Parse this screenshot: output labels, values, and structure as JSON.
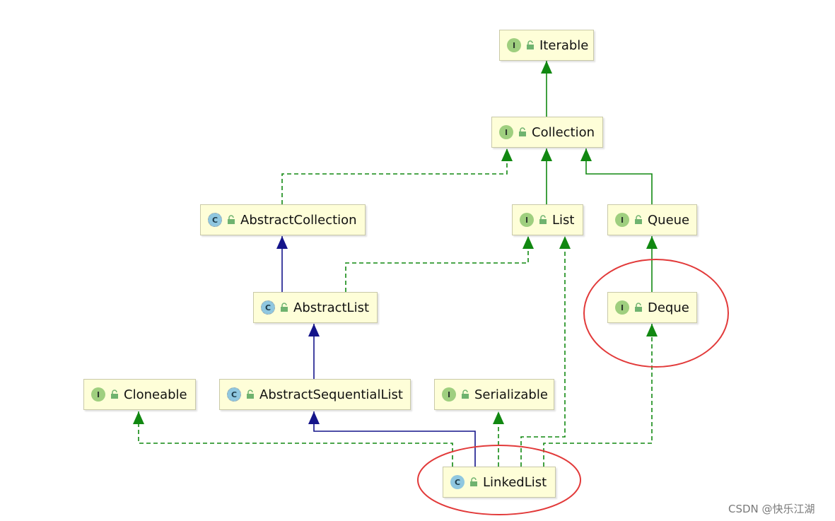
{
  "nodes": {
    "iterable": {
      "kind": "interface",
      "badge": "I",
      "label": "Iterable"
    },
    "collection": {
      "kind": "interface",
      "badge": "I",
      "label": "Collection"
    },
    "abstractcollection": {
      "kind": "abstract-class",
      "badge": "C",
      "label": "AbstractCollection"
    },
    "list": {
      "kind": "interface",
      "badge": "I",
      "label": "List"
    },
    "queue": {
      "kind": "interface",
      "badge": "I",
      "label": "Queue"
    },
    "abstractlist": {
      "kind": "abstract-class",
      "badge": "C",
      "label": "AbstractList"
    },
    "deque": {
      "kind": "interface",
      "badge": "I",
      "label": "Deque"
    },
    "cloneable": {
      "kind": "interface",
      "badge": "I",
      "label": "Cloneable"
    },
    "abstractsequentiallist": {
      "kind": "abstract-class",
      "badge": "C",
      "label": "AbstractSequentialList"
    },
    "serializable": {
      "kind": "interface",
      "badge": "I",
      "label": "Serializable"
    },
    "linkedlist": {
      "kind": "class",
      "badge": "C",
      "label": "LinkedList"
    }
  },
  "edges": [
    {
      "from": "collection",
      "to": "iterable",
      "relation": "interface-extends"
    },
    {
      "from": "list",
      "to": "collection",
      "relation": "interface-extends"
    },
    {
      "from": "queue",
      "to": "collection",
      "relation": "interface-extends"
    },
    {
      "from": "deque",
      "to": "queue",
      "relation": "interface-extends"
    },
    {
      "from": "abstractcollection",
      "to": "collection",
      "relation": "implements"
    },
    {
      "from": "abstractlist",
      "to": "abstractcollection",
      "relation": "extends"
    },
    {
      "from": "abstractlist",
      "to": "list",
      "relation": "implements"
    },
    {
      "from": "abstractsequentiallist",
      "to": "abstractlist",
      "relation": "extends"
    },
    {
      "from": "linkedlist",
      "to": "abstractsequentiallist",
      "relation": "extends"
    },
    {
      "from": "linkedlist",
      "to": "cloneable",
      "relation": "implements"
    },
    {
      "from": "linkedlist",
      "to": "serializable",
      "relation": "implements"
    },
    {
      "from": "linkedlist",
      "to": "list",
      "relation": "implements"
    },
    {
      "from": "linkedlist",
      "to": "deque",
      "relation": "implements"
    }
  ],
  "highlights": [
    "deque",
    "linkedlist"
  ],
  "colors": {
    "interface_extends": "#118811",
    "implements": "#118811",
    "class_extends": "#14148a",
    "highlight": "#e23a3a",
    "node_fill": "#fefed8",
    "lock_icon": "#6fb36f"
  },
  "watermark": "CSDN @快乐江湖"
}
